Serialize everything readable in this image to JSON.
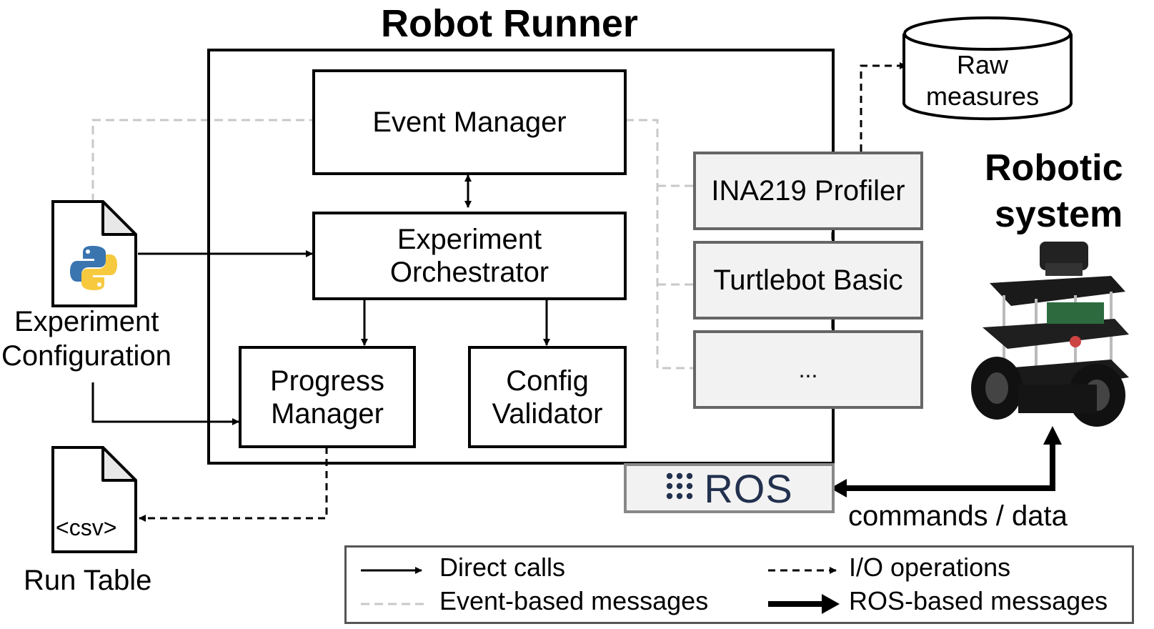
{
  "title": "Robot Runner",
  "components": {
    "event_manager": "Event Manager",
    "orchestrator_line1": "Experiment",
    "orchestrator_line2": "Orchestrator",
    "progress_line1": "Progress",
    "progress_line2": "Manager",
    "config_line1": "Config",
    "config_line2": "Validator"
  },
  "profilers": [
    "INA219 Profiler",
    "Turtlebot Basic",
    "..."
  ],
  "ros_label": "ROS",
  "raw_measures": {
    "line1": "Raw",
    "line2": "measures"
  },
  "robotic_system": {
    "line1": "Robotic",
    "line2": "system"
  },
  "commands_label": "commands / data",
  "experiment_config": {
    "line1": "Experiment",
    "line2": "Configuration"
  },
  "run_table": {
    "label": "Run Table",
    "file_tag": "<csv>"
  },
  "legend": {
    "direct_calls": "Direct calls",
    "event_messages": "Event-based messages",
    "io_operations": "I/O operations",
    "ros_messages": "ROS-based messages"
  },
  "colors": {
    "event_line": "#c8c8c8",
    "plugin_fill": "#f2f2f2",
    "plugin_border": "#666666",
    "python_blue": "#3a75b0",
    "python_yellow": "#f7c93e"
  }
}
